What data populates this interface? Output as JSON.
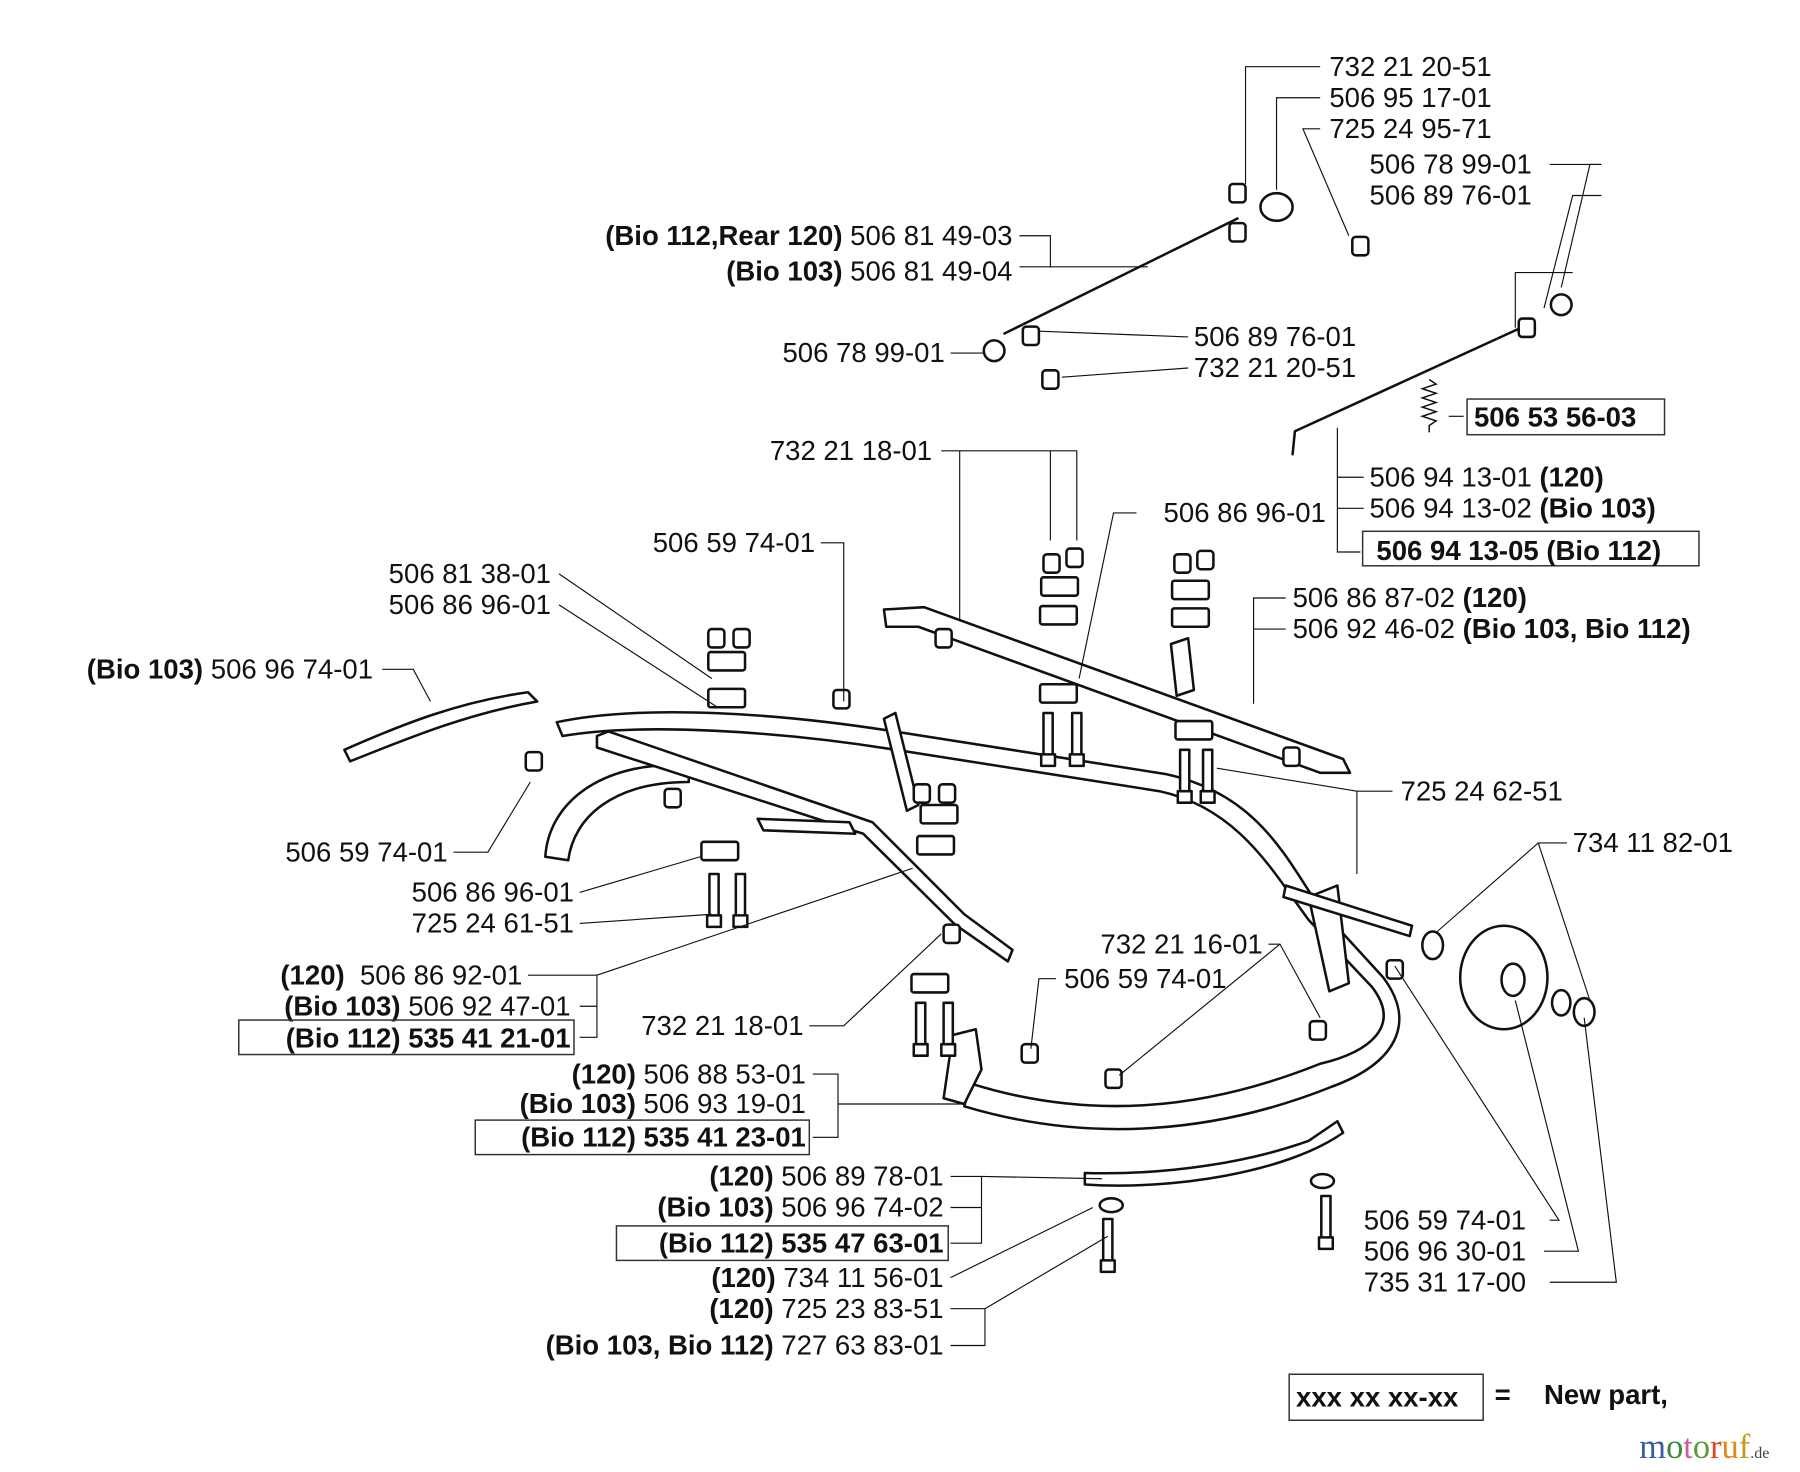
{
  "diagram": {
    "callouts": [
      {
        "variant": "",
        "part": "732 21 20-51"
      },
      {
        "variant": "",
        "part": "506 95 17-01"
      },
      {
        "variant": "",
        "part": "725 24 95-71"
      },
      {
        "variant": "",
        "part": "506 78 99-01"
      },
      {
        "variant": "",
        "part": "506 89 76-01"
      },
      {
        "variant": "(Bio 112,Rear 120)",
        "part": " 506 81 49-03"
      },
      {
        "variant": "(Bio 103)",
        "part": " 506 81 49-04"
      },
      {
        "variant": "",
        "part": "506 78 99-01"
      },
      {
        "variant": "",
        "part": "506 89 76-01"
      },
      {
        "variant": "",
        "part": "732 21 20-51"
      },
      {
        "variant": "",
        "part": "506 53 56-03"
      },
      {
        "variant": "",
        "part": "732 21 18-01"
      },
      {
        "variant": "",
        "part": "506 86 96-01"
      },
      {
        "variant": "",
        "part": "506 94 13-01 ",
        "suffix": "(120)"
      },
      {
        "variant": "",
        "part": "506 94 13-02 ",
        "suffix": "(Bio 103)"
      },
      {
        "variant": "",
        "part": "506 94 13-05 ",
        "suffix": "(Bio 112)"
      },
      {
        "variant": "",
        "part": "506 59 74-01"
      },
      {
        "variant": "",
        "part": "506 81 38-01"
      },
      {
        "variant": "",
        "part": "506 86 96-01"
      },
      {
        "variant": "",
        "part": "506 86 87-02 ",
        "suffix": "(120)"
      },
      {
        "variant": "",
        "part": "506 92 46-02 ",
        "suffix": "(Bio 103, Bio 112)"
      },
      {
        "variant": "(Bio 103)",
        "part": " 506 96 74-01"
      },
      {
        "variant": "",
        "part": "725 24 62-51"
      },
      {
        "variant": "",
        "part": "734 11 82-01"
      },
      {
        "variant": "",
        "part": "506 59 74-01"
      },
      {
        "variant": "",
        "part": "506 86 96-01"
      },
      {
        "variant": "",
        "part": "725 24 61-51"
      },
      {
        "variant": "(120)",
        "part": "  506 86 92-01"
      },
      {
        "variant": "(Bio 103)",
        "part": " 506 92 47-01"
      },
      {
        "variant": "(Bio 112)",
        "part": " 535 41 21-01"
      },
      {
        "variant": "",
        "part": "732 21 16-01"
      },
      {
        "variant": "",
        "part": "506 59 74-01"
      },
      {
        "variant": "",
        "part": "732 21 18-01"
      },
      {
        "variant": "(120)",
        "part": " 506 88 53-01"
      },
      {
        "variant": "(Bio 103)",
        "part": " 506 93 19-01"
      },
      {
        "variant": "(Bio 112)",
        "part": " 535 41 23-01"
      },
      {
        "variant": "(120)",
        "part": " 506 89 78-01"
      },
      {
        "variant": "(Bio 103)",
        "part": " 506 96 74-02"
      },
      {
        "variant": "(Bio 112)",
        "part": " 535 47 63-01"
      },
      {
        "variant": "(120)",
        "part": " 734 11 56-01"
      },
      {
        "variant": "(120)",
        "part": " 725 23 83-51"
      },
      {
        "variant": "(Bio 103, Bio 112)",
        "part": " 727 63 83-01"
      },
      {
        "variant": "",
        "part": "506 59 74-01"
      },
      {
        "variant": "",
        "part": "506 96 30-01"
      },
      {
        "variant": "",
        "part": "735 31 17-00"
      }
    ],
    "legend": {
      "sample": "xxx xx xx-xx",
      "equals": "=",
      "meaning": "New part,"
    },
    "watermark": "motoruf.de"
  }
}
